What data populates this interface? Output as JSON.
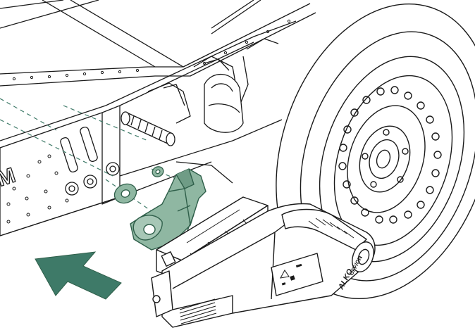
{
  "labels": {
    "frame_letter": "M",
    "brand": "ALKO",
    "model": "OFF/ON"
  },
  "colors": {
    "line": "#1a1a1a",
    "highlight_fill": "#8fb7a2",
    "highlight_stroke": "#2f5f4a",
    "arrow_fill": "#3e7a68",
    "guide_line": "#3e7a68",
    "background": "#ffffff"
  },
  "icons": {
    "direction_arrow": "arrow-up-right-icon",
    "warning": "warning-triangle-icon"
  }
}
